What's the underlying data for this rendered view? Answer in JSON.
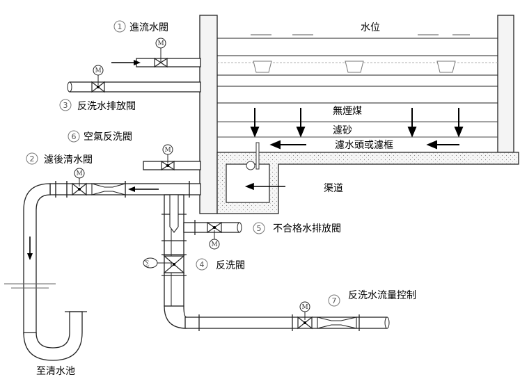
{
  "tank": {
    "water_level": "水位",
    "anthracite": "無煙煤",
    "sand": "濾砂",
    "nozzle": "濾水頭或濾框",
    "channel": "渠道"
  },
  "valves": [
    {
      "num": "1",
      "label": "進流水閥"
    },
    {
      "num": "3",
      "label": "反洗水排放閥"
    },
    {
      "num": "6",
      "label": "空氣反洗閥"
    },
    {
      "num": "2",
      "label": "濾後清水閥"
    },
    {
      "num": "5",
      "label": "不合格水排放閥"
    },
    {
      "num": "4",
      "label": "反洗閥"
    },
    {
      "num": "7",
      "label": "反洗水流量控制"
    }
  ],
  "outlet": "至清水池",
  "motor_symbol": "M"
}
